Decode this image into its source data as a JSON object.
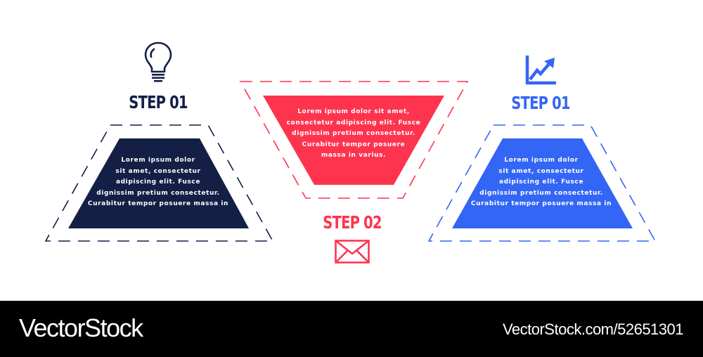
{
  "colors": {
    "navy": "#131f45",
    "red": "#fe344f",
    "blue": "#3366f5",
    "background": "#ffffff",
    "footer": "#000000"
  },
  "steps": [
    {
      "title": "STEP 01",
      "icon": "lightbulb-icon",
      "color": "#131f45",
      "lines": [
        "Lorem ipsum dolor",
        "sit amet, consectetur",
        "adipiscing elit. Fusce",
        "dignissim pretium consectetur.",
        "Curabitur tempor posuere massa in"
      ]
    },
    {
      "title": "STEP 02",
      "icon": "envelope-icon",
      "color": "#fe344f",
      "lines": [
        "Lorem ipsum dolor sit amet,",
        "consectetur adipiscing elit. Fusce",
        "dignissim pretium consectetur.",
        "Curabitur tempor posuere",
        "massa in varius."
      ]
    },
    {
      "title": "STEP 01",
      "icon": "growth-chart-icon",
      "color": "#3366f5",
      "lines": [
        "Lorem ipsum dolor",
        "sit amet, consectetur",
        "adipiscing elit. Fusce",
        "dignissim pretium consectetur.",
        "Curabitur tempor posuere massa in"
      ]
    }
  ],
  "footer": {
    "brand": "VectorStock",
    "stock_id": "VectorStock.com/52651301"
  }
}
